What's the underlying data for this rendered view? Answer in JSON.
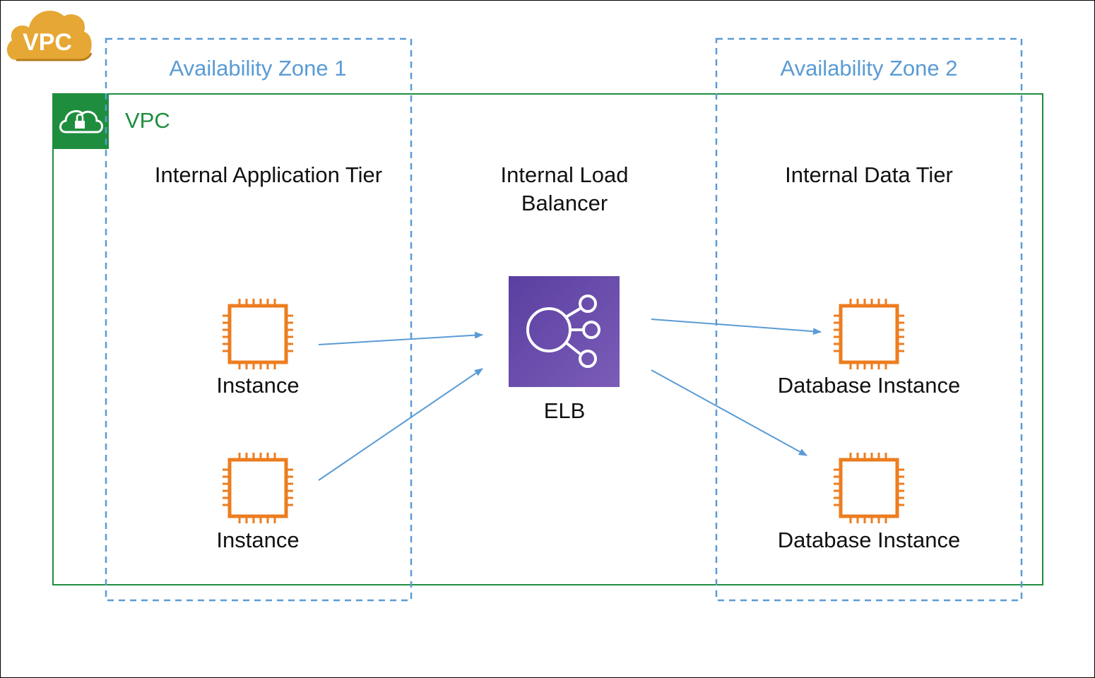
{
  "badge": {
    "text": "VPC",
    "color": "#e6a734",
    "icon": "cloud-icon"
  },
  "zones": [
    {
      "label": "Availability Zone 1",
      "color": "#5a9bd5"
    },
    {
      "label": "Availability Zone 2",
      "color": "#5a9bd5"
    }
  ],
  "vpc": {
    "label": "VPC",
    "color": "#1e8e3e",
    "icon": "cloud-lock-icon"
  },
  "tiers": {
    "app": "Internal Application Tier",
    "lb_line1": "Internal Load",
    "lb_line2": "Balancer",
    "data": "Internal Data Tier"
  },
  "nodes": {
    "app_instance_1": {
      "label": "Instance",
      "icon": "ec2-chip-icon"
    },
    "app_instance_2": {
      "label": "Instance",
      "icon": "ec2-chip-icon"
    },
    "elb": {
      "label": "ELB",
      "icon": "elb-icon",
      "color": "#6b4fa8"
    },
    "db_instance_1": {
      "label": "Database Instance",
      "icon": "ec2-chip-icon"
    },
    "db_instance_2": {
      "label": "Database Instance",
      "icon": "ec2-chip-icon"
    }
  },
  "colors": {
    "chip": "#ed7d1f",
    "arrow": "#5a9bd5"
  }
}
